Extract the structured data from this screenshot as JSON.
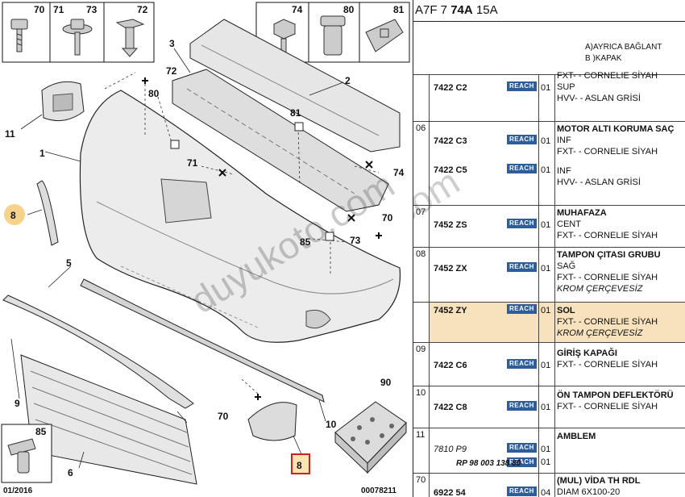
{
  "diagram": {
    "callouts": [
      "1",
      "2",
      "3",
      "5",
      "6",
      "8",
      "9",
      "10",
      "11",
      "70",
      "70",
      "71",
      "72",
      "73",
      "74",
      "80",
      "81",
      "85",
      "90"
    ],
    "top_boxes": [
      "70",
      "71",
      "73",
      "72",
      "74",
      "80",
      "81"
    ],
    "bottom_box": "85",
    "footer_left": "01/2016",
    "footer_right": "00078211",
    "watermark": "duyukoto.com"
  },
  "parts": {
    "header_code": {
      "a": "A7F 7 ",
      "b": "74A",
      "c": " 15A"
    },
    "notes": [
      "A)AYRICA BAĞLANT",
      "B )KAPAK"
    ],
    "brand_badge": "REACH",
    "brand_color": "#2d5d9b",
    "highlight_color": "#f8e2bd",
    "rows": [
      {
        "group": "",
        "ref": "7422 C2",
        "qty": "01",
        "lines": [
          "FXT- - CORNELIE SİYAH",
          "SUP",
          "HVV- - ASLAN GRİSİ"
        ]
      },
      {
        "group": "06",
        "ref": "7422 C3",
        "qty": "01",
        "title": "MOTOR ALTI KORUMA SAÇ",
        "lines": [
          "INF",
          "FXT- - CORNELIE SİYAH"
        ]
      },
      {
        "group": "",
        "ref": "7422 C5",
        "qty": "01",
        "lines": [
          "INF",
          "HVV- - ASLAN GRİSİ"
        ]
      },
      {
        "group": "07",
        "ref": "7452 ZS",
        "qty": "01",
        "title": "MUHAFAZA",
        "lines": [
          "CENT",
          "FXT- - CORNELIE SİYAH"
        ]
      },
      {
        "group": "08",
        "ref": "7452 ZX",
        "qty": "01",
        "title": "TAMPON ÇITASI GRUBU",
        "lines": [
          "SAĞ",
          "FXT- - CORNELIE SİYAH",
          "KROM ÇERÇEVESİZ"
        ]
      },
      {
        "group": "",
        "ref": "7452 ZY",
        "qty": "01",
        "lines": [
          "SOL",
          "FXT- - CORNELIE SİYAH",
          "KROM ÇERÇEVESİZ"
        ]
      },
      {
        "group": "09",
        "ref": "7422 C6",
        "qty": "01",
        "title": "GİRİŞ KAPAĞI",
        "lines": [
          "FXT- - CORNELIE SİYAH"
        ]
      },
      {
        "group": "10",
        "ref": "7422 C8",
        "qty": "01",
        "title": "ÖN TAMPON DEFLEKTÖRÜ",
        "lines": [
          "FXT- - CORNELIE SİYAH"
        ]
      },
      {
        "group": "11",
        "ref": "7810 P9",
        "qty": "01",
        "qty2": "01",
        "title": "AMBLEM",
        "rp": "RP 98 003 138 80"
      },
      {
        "group": "70",
        "ref": "6922 54",
        "qty": "04",
        "title": "(MUL) VİDA TH RDL",
        "lines": [
          "DIAM 6X100-20"
        ]
      }
    ]
  }
}
